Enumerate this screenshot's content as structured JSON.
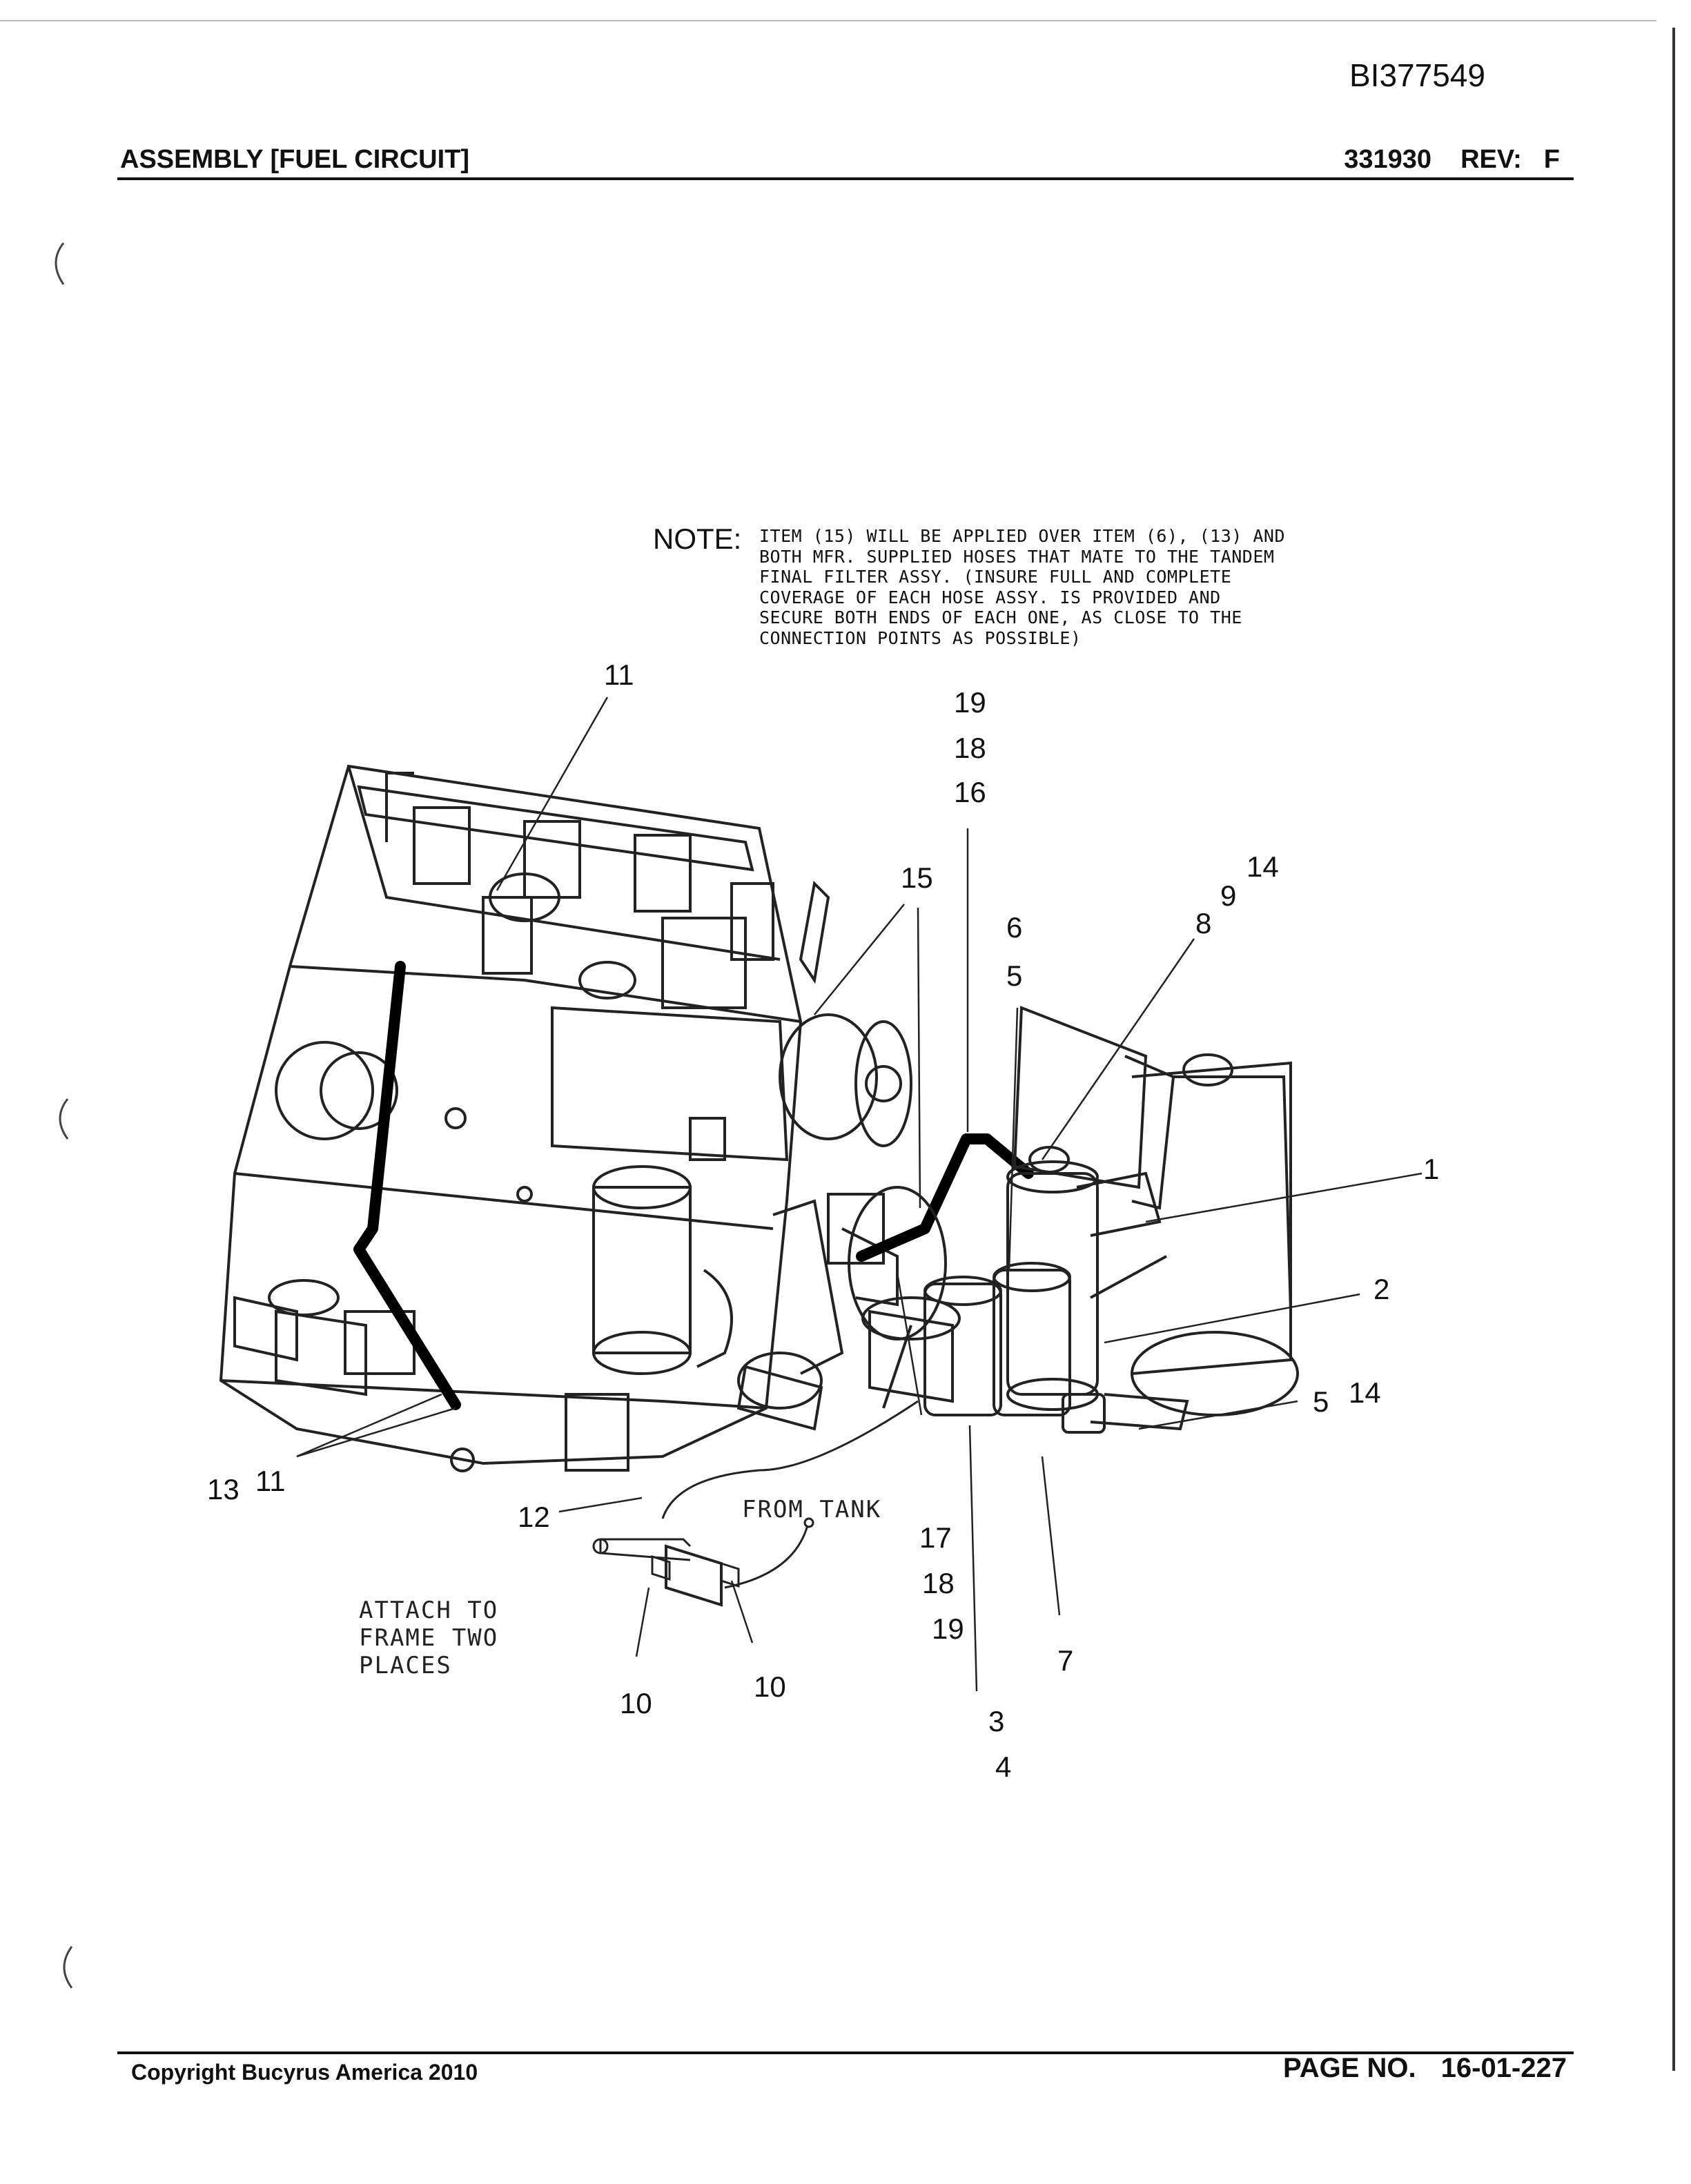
{
  "document": {
    "doc_id": "BI377549",
    "title": "ASSEMBLY [FUEL CIRCUIT]",
    "part_number": "331930",
    "rev_label": "REV:",
    "rev_value": "F"
  },
  "note": {
    "label": "NOTE:",
    "lines": [
      "ITEM (15) WILL BE APPLIED OVER ITEM (6), (13) AND",
      "BOTH MFR. SUPPLIED HOSES THAT MATE TO THE TANDEM",
      "FINAL FILTER ASSY. (INSURE FULL AND COMPLETE",
      "COVERAGE OF EACH HOSE ASSY. IS PROVIDED AND",
      "SECURE BOTH ENDS OF EACH ONE, AS CLOSE TO THE",
      "CONNECTION POINTS AS POSSIBLE)"
    ]
  },
  "callouts": {
    "c11_top": "11",
    "c19_a": "19",
    "c18_a": "18",
    "c16": "16",
    "c15": "15",
    "c14_a": "14",
    "c9": "9",
    "c8": "8",
    "c6": "6",
    "c5_a": "5",
    "c1": "1",
    "c2": "2",
    "c5_b": "5",
    "c14_b": "14",
    "c13": "13",
    "c11_bottom": "11",
    "c12": "12",
    "c17": "17",
    "c18_b": "18",
    "c19_b": "19",
    "c7": "7",
    "c10_a": "10",
    "c10_b": "10",
    "c3": "3",
    "c4": "4"
  },
  "labels": {
    "from_tank": "FROM TANK",
    "attach_line1": "ATTACH TO",
    "attach_line2": "FRAME TWO",
    "attach_line3": "PLACES"
  },
  "footer": {
    "copyright": "Copyright Bucyrus America 2010",
    "page_label": "PAGE NO.",
    "page_value": "16-01-227"
  }
}
